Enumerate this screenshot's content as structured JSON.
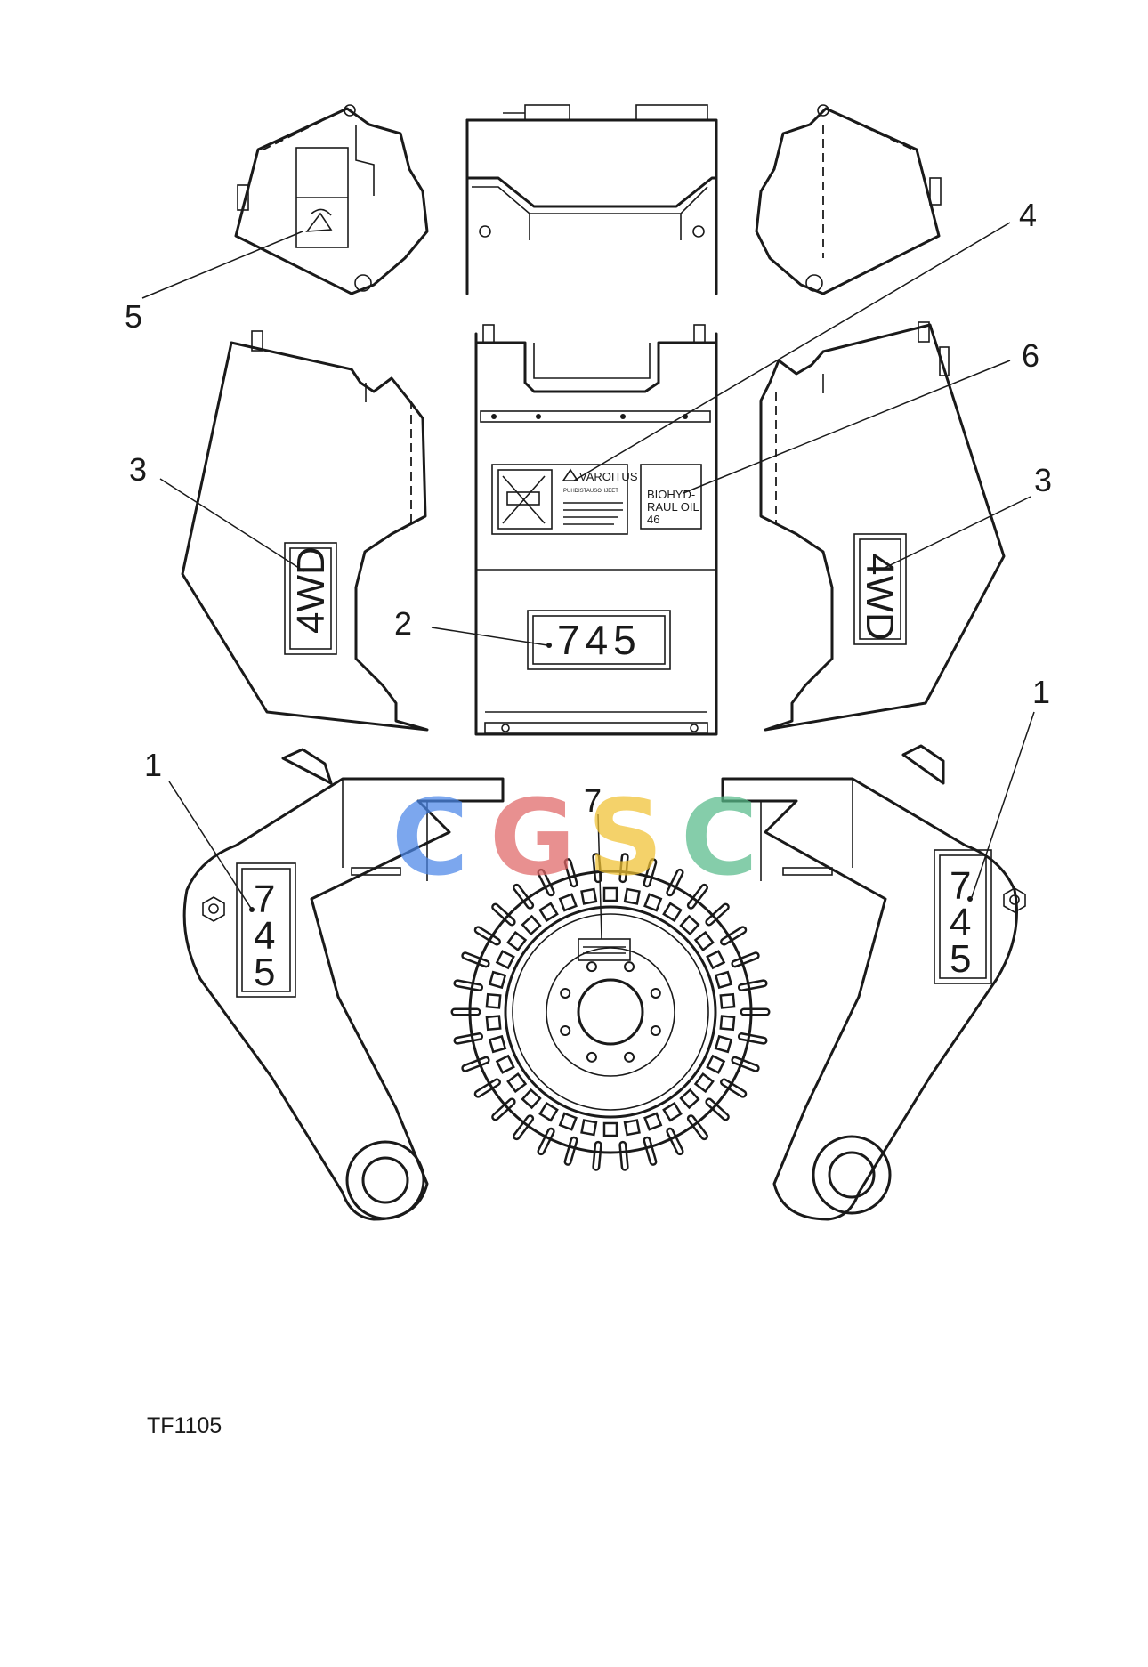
{
  "callouts": {
    "c1_left": "1",
    "c1_right": "1",
    "c2": "2",
    "c3_left": "3",
    "c3_right": "3",
    "c4": "4",
    "c5": "5",
    "c6": "6",
    "c7": "7"
  },
  "decals": {
    "model_number": "745",
    "model_digits": [
      "7",
      "4",
      "5"
    ],
    "drive_label": "4WD",
    "warning_heading": "VAROITUS",
    "warning_sub": "PUHDISTAUSOHJEET",
    "oil_label_lines": [
      "BIOHYD-",
      "RAUL OIL",
      "46"
    ]
  },
  "watermark": {
    "letters": [
      "C",
      "G",
      "S",
      "C"
    ],
    "colors": [
      "#4a86e8",
      "#e06666",
      "#f1c232",
      "#57bb8a"
    ]
  },
  "figure_ref": "TF1105"
}
